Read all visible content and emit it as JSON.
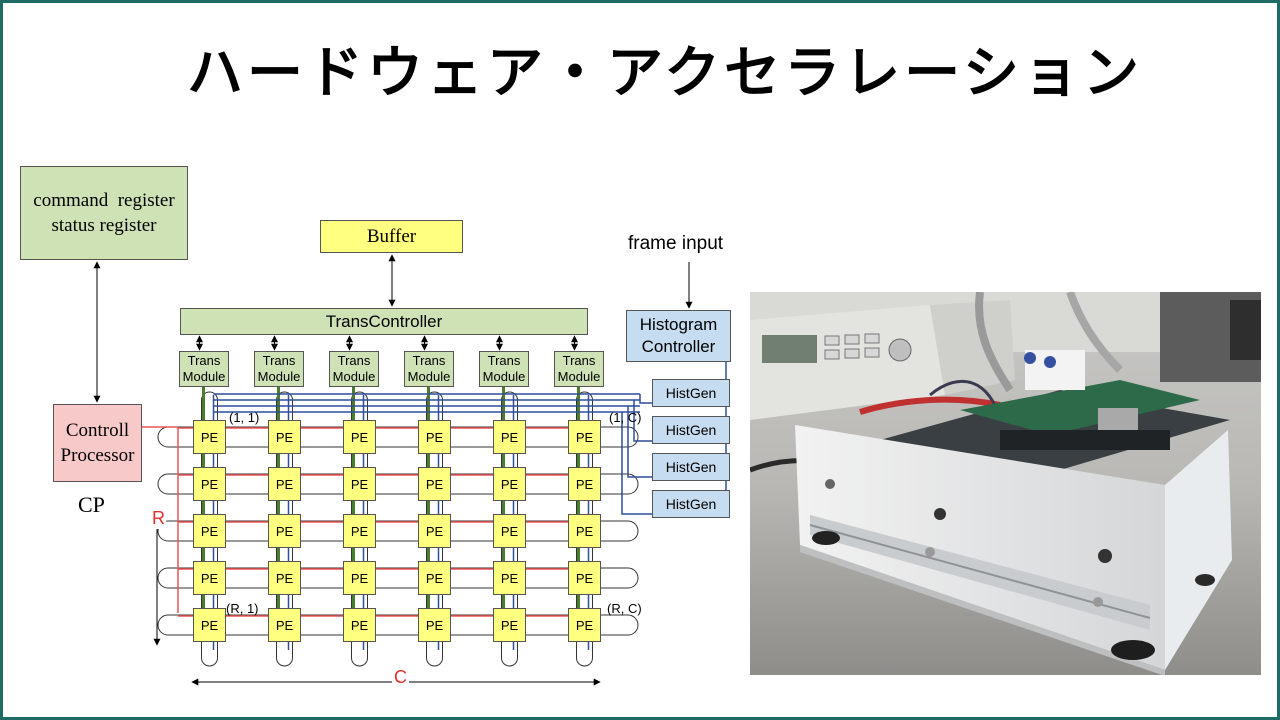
{
  "slide": {
    "title": "ハードウェア・アクセラレーション"
  },
  "diagram": {
    "command_register": "command  register",
    "status_register": "status register",
    "buffer": "Buffer",
    "trans_controller": "TransController",
    "trans_module_line1": "Trans",
    "trans_module_line2": "Module",
    "trans_module_count": 6,
    "frame_input": "frame input",
    "histogram_controller_line1": "Histogram",
    "histogram_controller_line2": "Controller",
    "histgen": "HistGen",
    "histgen_count": 4,
    "controll_processor_line1": "Controll",
    "controll_processor_line2": "Processor",
    "cp_label": "CP",
    "pe_label": "PE",
    "pe_rows": 5,
    "pe_cols": 6,
    "corner_top_left": "(1, 1)",
    "corner_top_right": "(1, C)",
    "corner_bottom_left": "(R, 1)",
    "corner_bottom_right": "(R, C)",
    "row_dim": "R",
    "col_dim": "C"
  },
  "photo": {
    "subject": "hardware-board-photo"
  },
  "colors": {
    "frame": "#1f6b66",
    "green_box": "#cfe2b6",
    "pink_box": "#f8c9c9",
    "yellow_box": "#ffff80",
    "blue_box": "#c6dcf0",
    "red_line": "#ee5555",
    "blue_line": "#2f4f9a",
    "green_line": "#4a7d2e"
  }
}
